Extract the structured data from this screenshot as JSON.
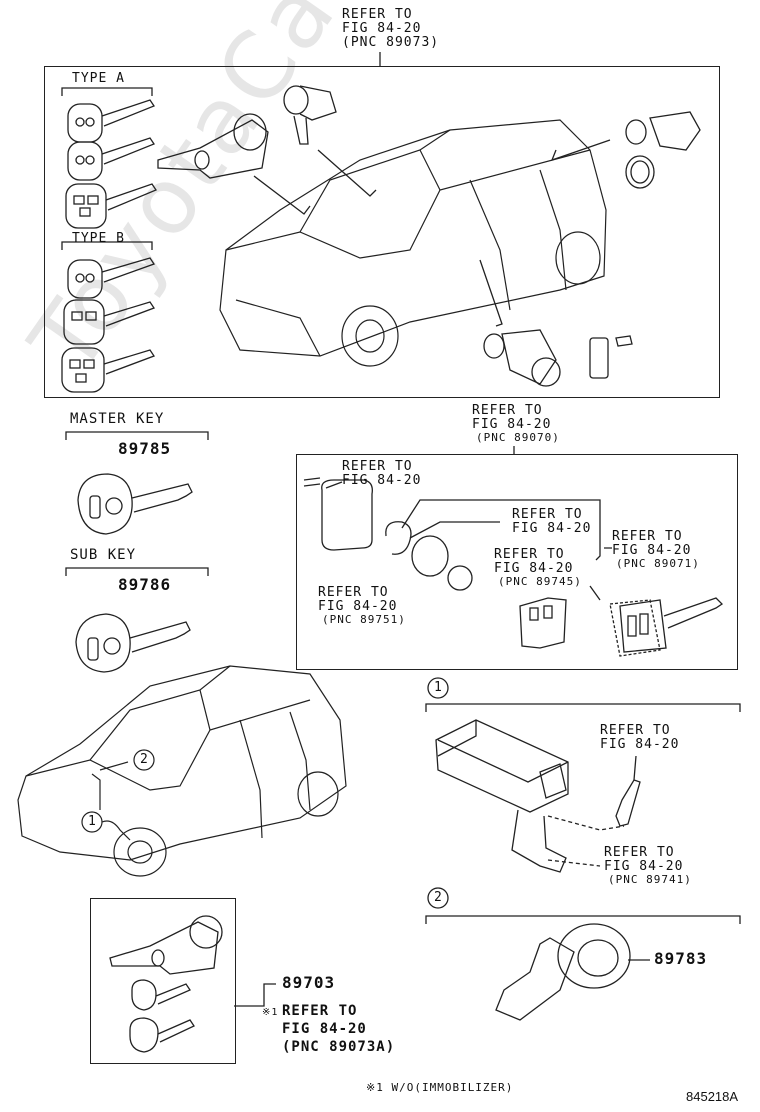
{
  "watermark": "ToyotaCatalogue.ru",
  "top_ref": {
    "l1": "REFER TO",
    "l2": "FIG 84-20",
    "l3": "(PNC 89073)"
  },
  "type_a": "TYPE A",
  "type_b": "TYPE B",
  "master_key": {
    "label": "MASTER KEY",
    "pnc": "89785"
  },
  "sub_key": {
    "label": "SUB KEY",
    "pnc": "89786"
  },
  "mid_ref": {
    "l1": "REFER TO",
    "l2": "FIG 84-20",
    "l3": "(PNC 89070)"
  },
  "ref_a": {
    "l1": "REFER TO",
    "l2": "FIG 84-20"
  },
  "ref_b": {
    "l1": "REFER TO",
    "l2": "FIG 84-20"
  },
  "ref_c": {
    "l1": "REFER TO",
    "l2": "FIG 84-20",
    "l3": "(PNC 89745)"
  },
  "ref_d": {
    "l1": "REFER TO",
    "l2": "FIG 84-20",
    "l3": "(PNC 89071)"
  },
  "ref_e": {
    "l1": "REFER TO",
    "l2": "FIG 84-20",
    "l3": "(PNC 89751)"
  },
  "callout_1": "1",
  "callout_2": "2",
  "ref_f": {
    "l1": "REFER TO",
    "l2": "FIG 84-20"
  },
  "ref_g": {
    "l1": "REFER TO",
    "l2": "FIG 84-20",
    "l3": "(PNC 89741)"
  },
  "part_89783": "89783",
  "part_89703": "89703",
  "ref_h": {
    "mark": "※1",
    "l1": "REFER TO",
    "l2": "FIG 84-20",
    "l3": "(PNC 89073A)"
  },
  "footnote": "※1 W/O(IMMOBILIZER)",
  "figure_id": "845218A"
}
